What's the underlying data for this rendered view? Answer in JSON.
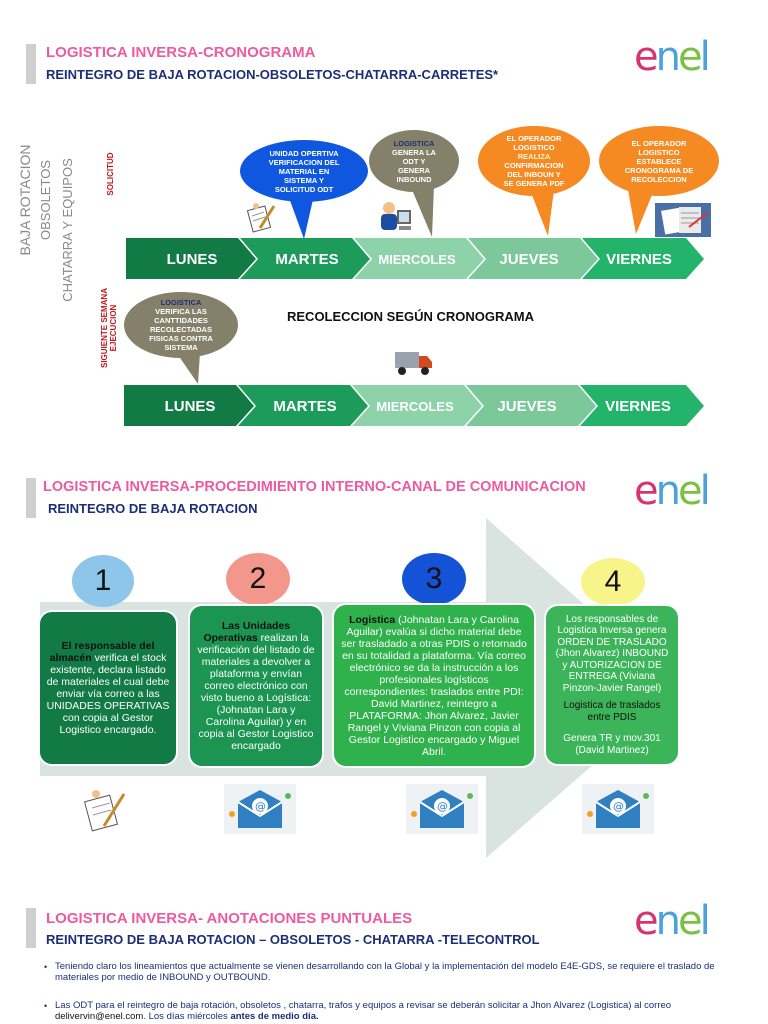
{
  "section1": {
    "title": "LOGISTICA INVERSA-CRONOGRAMA",
    "subtitle": "REINTEGRO DE BAJA ROTACION-OBSOLETOS-CHATARRA-CARRETES*",
    "side_label_1": "BAJA ROTACION",
    "side_label_2": "OBSOLETOS",
    "side_label_3": "CHATARRA Y EQUIPOS",
    "row1_label": "SOLICITUD",
    "row2_label_1": "SIGUIENTE SEMANA",
    "row2_label_2": "EJECUCION",
    "days": [
      "LUNES",
      "MARTES",
      "MIERCOLES",
      "JUEVES",
      "VIERNES"
    ],
    "bubbles": [
      {
        "lines": [
          "UNIDAD OPERTIVA",
          "VERIFICACION  DEL",
          "MATERIAL EN",
          "SISTEMA  Y",
          "SOLICITUD ODT"
        ]
      },
      {
        "head": "LOGISTICA",
        "lines": [
          "GENERA LA",
          "ODT Y",
          "GENERA",
          "INBOUND"
        ]
      },
      {
        "lines": [
          "EL OPERADOR",
          "LOGISTICO"
        ],
        "sub": [
          "REALIZA",
          "CONFIRMACION",
          "DEL INBOUN Y",
          "SE GENERA PDF"
        ]
      },
      {
        "lines": [
          "EL OPERADOR",
          "LOGISTICO"
        ],
        "sub": [
          "ESTABLECE",
          "CRONOGRAMA DE",
          "RECOLECCION"
        ]
      }
    ],
    "bubble_row2": {
      "head": "LOGISTICA",
      "lines": [
        "VERIFICA LAS",
        "CANTTIDADES",
        "RECOLECTADAS",
        "FISICAS CONTRA",
        "SISTEMA"
      ]
    },
    "recoleccion": "RECOLECCION SEGÚN CRONOGRAMA"
  },
  "section2": {
    "title": "LOGISTICA INVERSA-PROCEDIMIENTO INTERNO-CANAL DE COMUNICACION",
    "subtitle": "REINTEGRO DE BAJA ROTACION",
    "steps": [
      {
        "num": "1",
        "lead": "El responsable del almacén",
        "text": " verifica el stock existente, declara listado de materiales el cual debe enviar vía correo a las UNIDADES OPERATIVAS con copia al Gestor Logistico encargado."
      },
      {
        "num": "2",
        "lead": "Las Unidades Operativas",
        "text": " realizan la verificación del listado de materiales a devolver a plataforma y envían correo electrónico con visto bueno a Logística: (Johnatan Lara y Carolina Aguilar) y en copia al Gestor Logistico encargado"
      },
      {
        "num": "3",
        "lead": "Logistica",
        "text": " (Johnatan Lara y Carolina Aguilar) evalúa si dicho material debe ser trasladado a otras PDIS o retornado en su totalidad  a plataforma. Vía correo electrónico se da la instrucción a los profesionales logísticos correspondientes: traslados entre PDI: David Martinez, reintegro a PLATAFORMA: Jhon Alvarez, Javier Rangel y Viviana Pinzon con copia al Gestor Logistico encargado y Miguel Abril."
      },
      {
        "num": "4",
        "text": "Los responsables de Logistica Inversa genera ORDEN DE TRASLADO (Jhon Alvarez)  INBOUND y AUTORIZACION DE ENTREGA (Viviana Pinzon-Javier Rangel)",
        "bold": "Logistica de traslados entre PDIS",
        "extra": "Genera TR y mov.301 (David Martinez)"
      }
    ]
  },
  "section3": {
    "title": "LOGISTICA INVERSA- ANOTACIONES PUNTUALES",
    "subtitle": "REINTEGRO DE BAJA ROTACION – OBSOLETOS - CHATARRA -TELECONTROL",
    "bullet1": "Teniendo claro los lineamientos que actualmente se vienen desarrollando con la Global y la implementación del modelo E4E-GDS, se requiere el traslado de materiales por medio de INBOUND y OUTBOUND.",
    "bullet2_a": "Las ODT  para el reintegro de baja rotación, obsoletos , chatarra, trafos y equipos a revisar se deberán solicitar a Jhon Alvarez (Logistica) al correo ",
    "bullet2_email": "delivervin@enel.com",
    "bullet2_b": ". Los días miércoles ",
    "bullet2_bold": "antes de medio día."
  },
  "logo": "enel",
  "colors": {
    "pink": "#ec5aa0",
    "navy": "#1d2e78",
    "dark_green": "#127a45",
    "mid_green": "#23b36b",
    "light_green": "#8dd2a9"
  }
}
